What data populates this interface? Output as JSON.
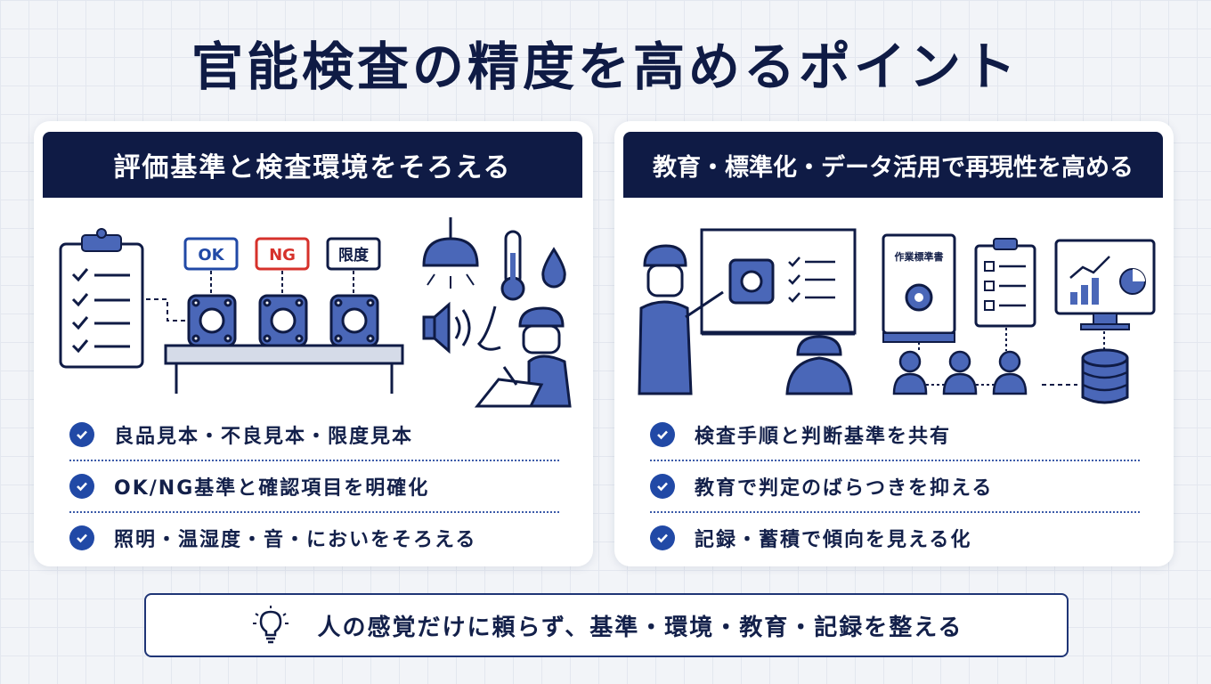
{
  "title": "官能検査の精度を高めるポイント",
  "left_card": {
    "heading": "評価基準と検査環境をそろえる",
    "labels": {
      "ok": "OK",
      "ng": "NG",
      "limit": "限度"
    },
    "items": [
      "良品見本・不良見本・限度見本",
      "OK/NG基準と確認項目を明確化",
      "照明・温湿度・音・においをそろえる"
    ]
  },
  "right_card": {
    "heading": "教育・標準化・データ活用で再現性を高める",
    "manual_label": "作業標準書",
    "items": [
      "検査手順と判断基準を共有",
      "教育で判定のばらつきを抑える",
      "記録・蓄積で傾向を見える化"
    ]
  },
  "footer": {
    "text": "人の感覚だけに頼らず、基準・環境・教育・記録を整える"
  },
  "colors": {
    "navy": "#0f1b45",
    "blue": "#2149a6",
    "red": "#d6312b",
    "light_blue": "#4a67b8"
  }
}
